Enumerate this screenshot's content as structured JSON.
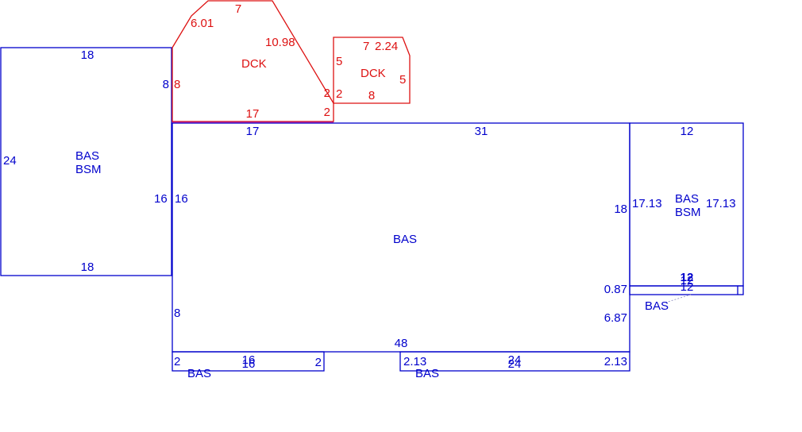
{
  "colors": {
    "living_area": "#0000cc",
    "deck": "#dd1111"
  },
  "areas": {
    "left": {
      "label1": "BAS",
      "label2": "BSM",
      "top": "18",
      "bottom": "18",
      "left": "24",
      "right": "16"
    },
    "main": {
      "label": "BAS",
      "top_a": "17",
      "top_b": "31",
      "left_a": "16",
      "left_b": "8",
      "bottom": "48",
      "right_a": "18",
      "right_b": "0.87",
      "right_c": "6.87"
    },
    "right": {
      "label1": "BAS",
      "label2": "BSM",
      "top": "12",
      "left": "17.13",
      "right": "17.13",
      "bottom_a": "12",
      "bottom_b": "12"
    },
    "right_small": {
      "label": "BAS",
      "top": "12"
    },
    "bottom_left": {
      "label": "BAS",
      "left": "2",
      "top": "16",
      "bottom": "16",
      "right": "2"
    },
    "bottom_right": {
      "label": "BAS",
      "left": "2.13",
      "top": "24",
      "bottom": "24",
      "right": "2.13"
    },
    "deck1": {
      "label": "DCK",
      "d1": "6.01",
      "d2": "7",
      "d3": "10.98",
      "d4": "8",
      "d5": "8",
      "d6": "2",
      "d7": "17",
      "d8": "17",
      "d9": "2"
    },
    "deck2": {
      "label": "DCK",
      "d1": "7",
      "d2": "2.24",
      "d3": "5",
      "d4": "5",
      "d5": "2",
      "d6": "8"
    }
  }
}
